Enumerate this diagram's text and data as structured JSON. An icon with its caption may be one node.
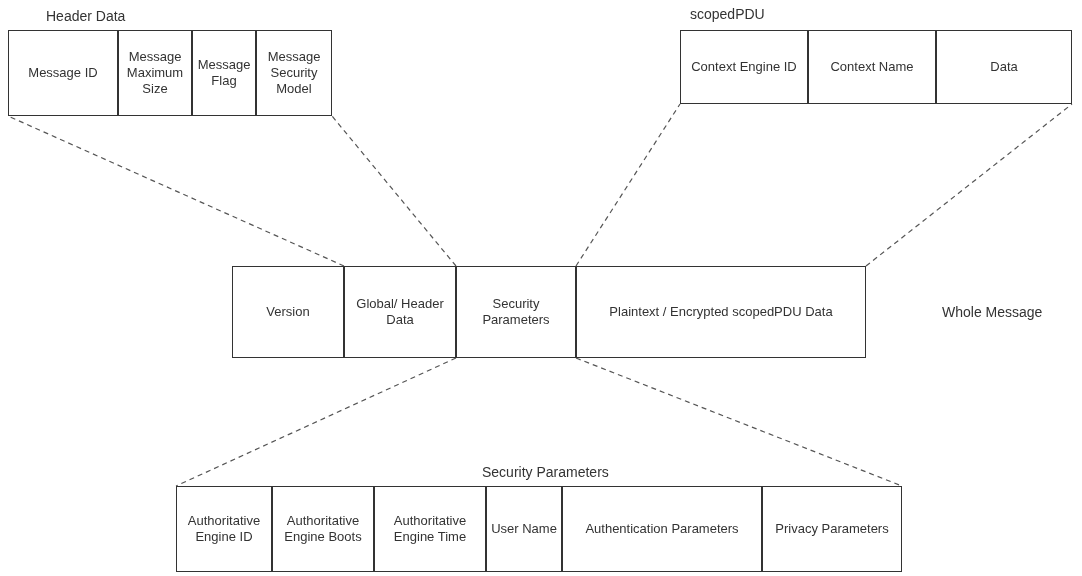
{
  "diagram": {
    "nodes": [
      {
        "text": [
          "Header Data"
        ]
      },
      {
        "text": [
          "Message ID"
        ],
        "in": 0
      },
      {
        "text": [
          "Message Maximum Size"
        ],
        "in": 0
      },
      {
        "text": [
          "Message Flag"
        ],
        "in": 0
      },
      {
        "text": [
          "Message Security Model"
        ],
        "in": 0
      },
      {
        "text": [
          "scopedPDU"
        ]
      },
      {
        "text": [
          "Context Engine ID"
        ],
        "in": 5
      },
      {
        "text": [
          "Context Name"
        ],
        "in": 5
      },
      {
        "text": [
          "Data"
        ],
        "in": 5
      },
      {
        "text": [
          "Whole Message"
        ]
      },
      {
        "text": [
          "Version"
        ],
        "in": 9
      },
      {
        "text": [
          "Global/ Header Data"
        ],
        "in": 9
      },
      {
        "text": [
          "Security Parameters"
        ],
        "in": 9
      },
      {
        "text": [
          "Plaintext / Encrypted scopedPDU Data"
        ],
        "in": 9
      },
      {
        "text": [
          "Security Parameters"
        ]
      },
      {
        "text": [
          "Authoritative Engine ID"
        ],
        "in": 14
      },
      {
        "text": [
          "Authoritative Engine Boots"
        ],
        "in": 14
      },
      {
        "text": [
          "Authoritative Engine Time"
        ],
        "in": 14
      },
      {
        "text": [
          "User Name"
        ],
        "in": 14
      },
      {
        "text": [
          "Authentication Parameters"
        ],
        "in": 14
      },
      {
        "text": [
          "Privacy Parameters"
        ],
        "in": 14
      }
    ],
    "edges": [
      {
        "from": 11,
        "to": 0,
        "arrow": "none",
        "style": "dashed"
      },
      {
        "from": 11,
        "to": 0,
        "arrow": "none",
        "style": "dashed"
      },
      {
        "from": 13,
        "to": 5,
        "arrow": "none",
        "style": "dashed"
      },
      {
        "from": 13,
        "to": 5,
        "arrow": "none",
        "style": "dashed"
      },
      {
        "from": 12,
        "to": 14,
        "arrow": "none",
        "style": "dashed"
      },
      {
        "from": 12,
        "to": 14,
        "arrow": "none",
        "style": "dashed"
      }
    ]
  }
}
